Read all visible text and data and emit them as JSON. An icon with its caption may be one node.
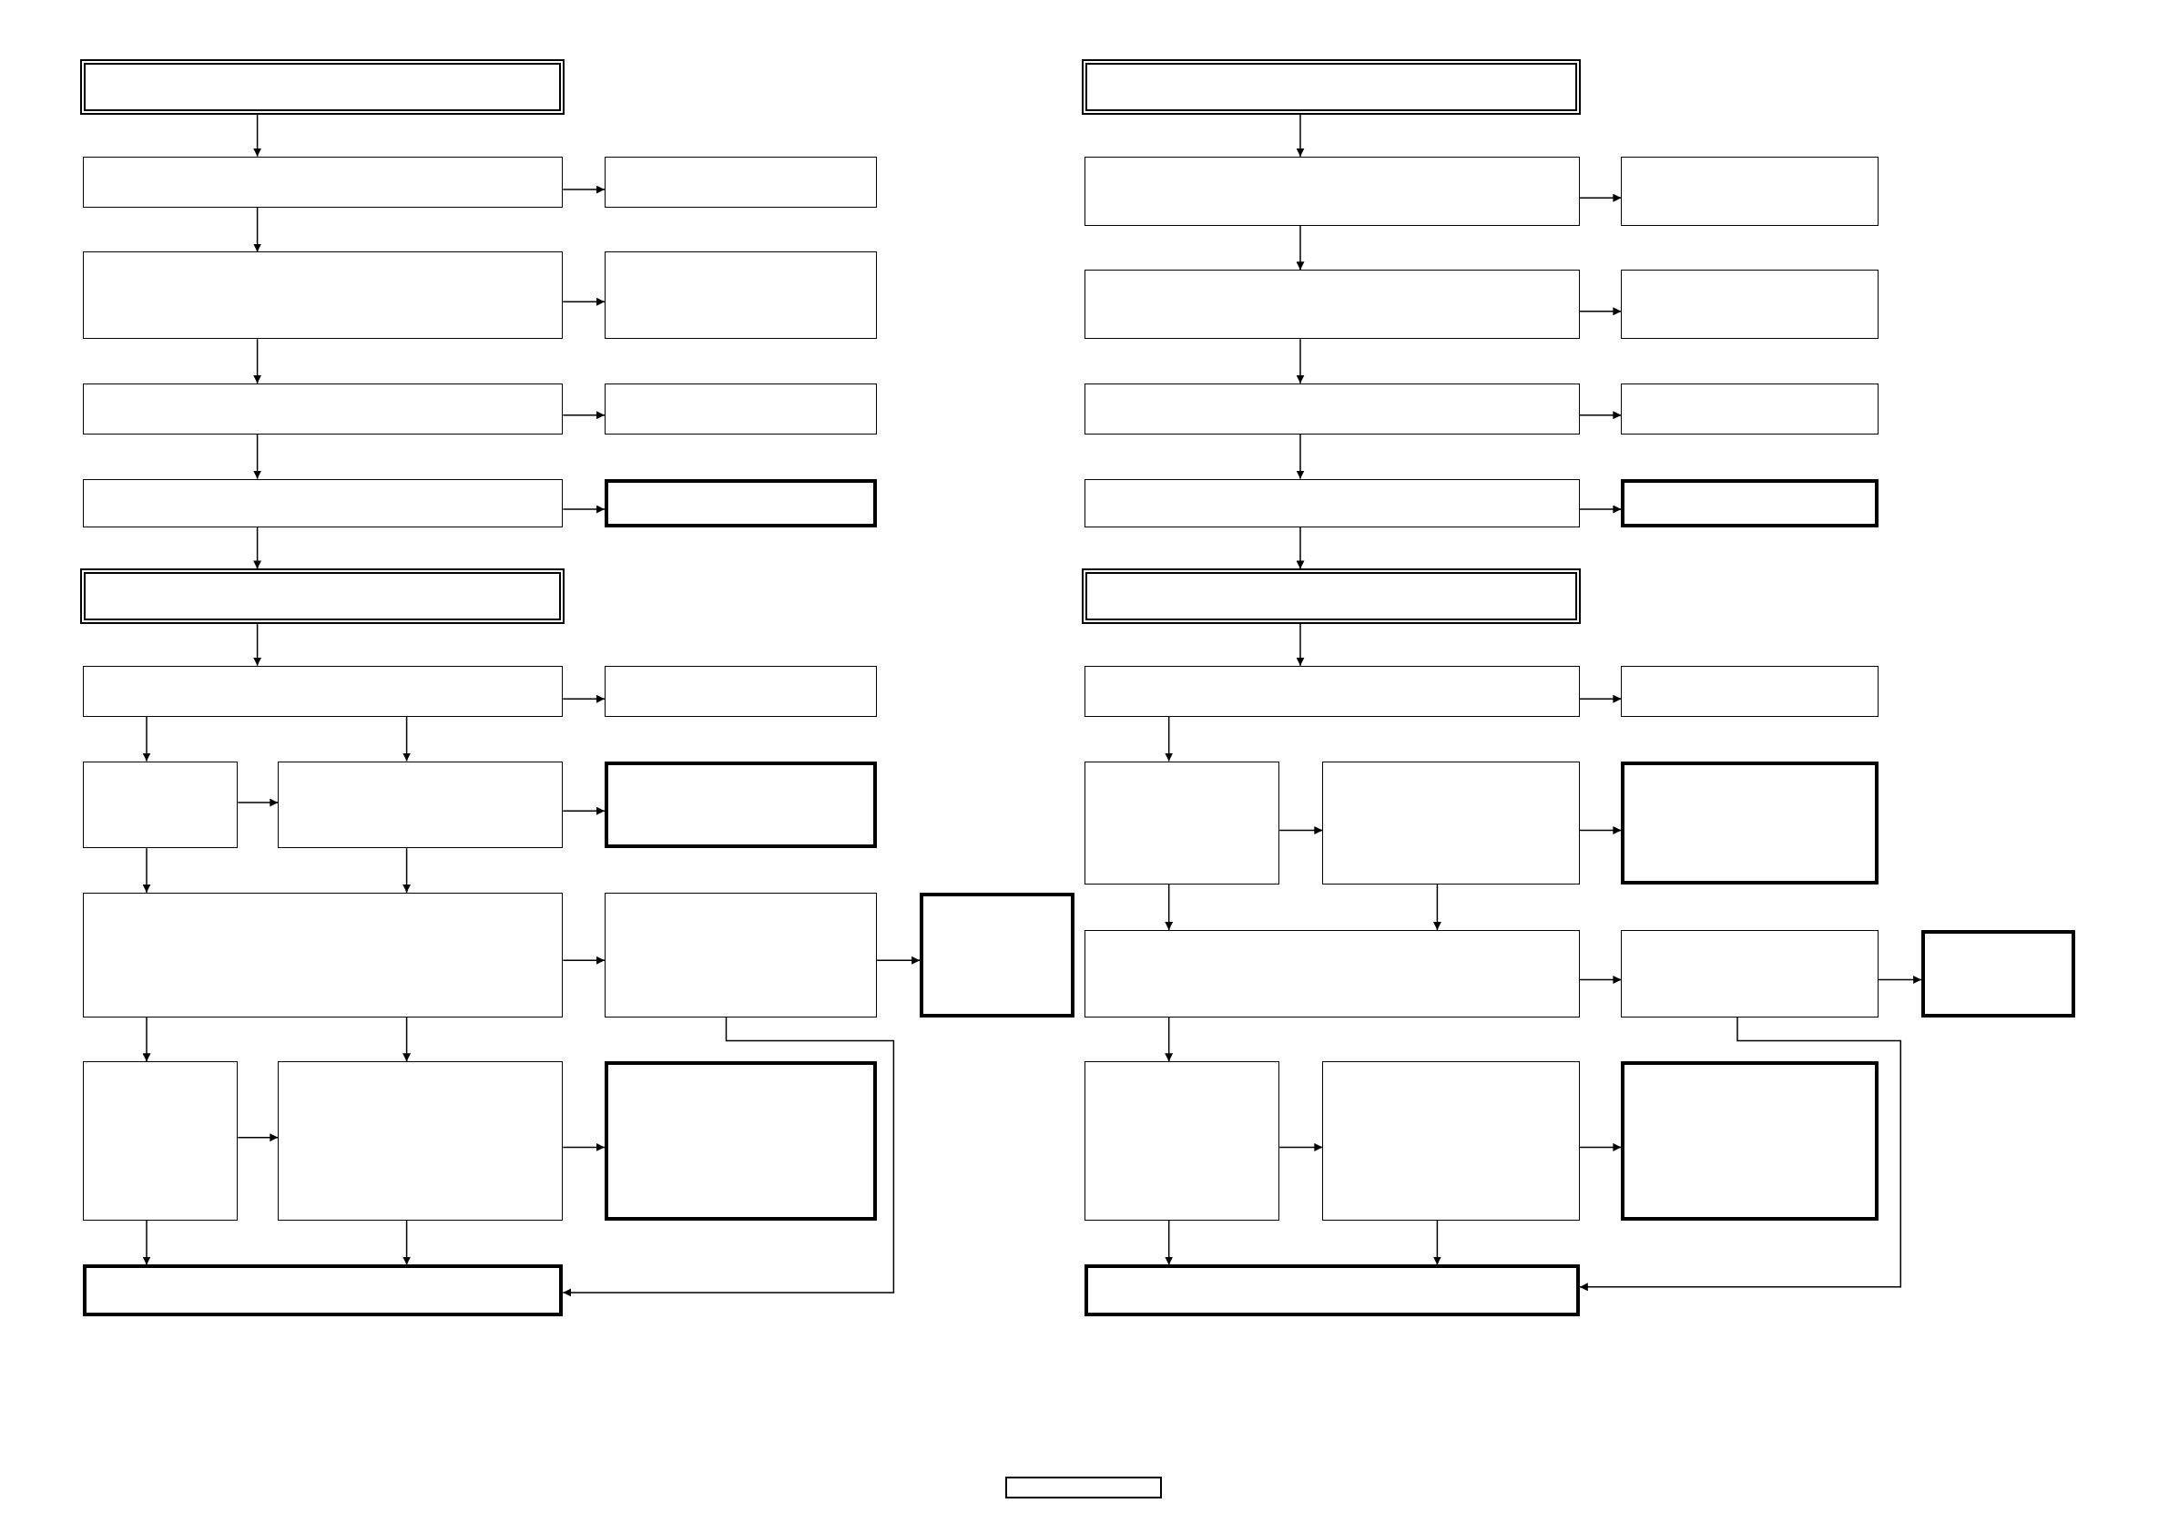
{
  "diagram": {
    "nodes": [
      {
        "text": [],
        "shape": "box"
      },
      {
        "text": [],
        "shape": "box"
      },
      {
        "text": [],
        "shape": "box"
      },
      {
        "text": [],
        "shape": "box"
      },
      {
        "text": [],
        "shape": "box"
      },
      {
        "text": [],
        "shape": "box"
      },
      {
        "text": [],
        "shape": "box"
      },
      {
        "text": [],
        "shape": "box"
      },
      {
        "text": [],
        "shape": "box"
      },
      {
        "text": [],
        "shape": "box"
      },
      {
        "text": [],
        "shape": "box"
      },
      {
        "text": [],
        "shape": "box"
      },
      {
        "text": [],
        "shape": "box"
      },
      {
        "text": [],
        "shape": "box"
      },
      {
        "text": [],
        "shape": "box"
      },
      {
        "text": [],
        "shape": "box"
      },
      {
        "text": [],
        "shape": "box"
      },
      {
        "text": [],
        "shape": "box"
      },
      {
        "text": [],
        "shape": "box"
      },
      {
        "text": [],
        "shape": "box"
      },
      {
        "text": [],
        "shape": "box"
      },
      {
        "text": [],
        "shape": "box"
      },
      {
        "text": [],
        "shape": "box"
      },
      {
        "text": [],
        "shape": "box"
      },
      {
        "text": [],
        "shape": "box"
      },
      {
        "text": [],
        "shape": "box"
      },
      {
        "text": [],
        "shape": "box"
      },
      {
        "text": [],
        "shape": "box"
      },
      {
        "text": [],
        "shape": "box"
      },
      {
        "text": [],
        "shape": "box"
      },
      {
        "text": [],
        "shape": "box"
      },
      {
        "text": [],
        "shape": "box"
      },
      {
        "text": [],
        "shape": "box"
      },
      {
        "text": [],
        "shape": "box"
      },
      {
        "text": [],
        "shape": "box"
      },
      {
        "text": [],
        "shape": "box"
      },
      {
        "text": [],
        "shape": "box"
      },
      {
        "text": [],
        "shape": "box"
      },
      {
        "text": [],
        "shape": "box"
      },
      {
        "text": [],
        "shape": "box"
      },
      {
        "text": [],
        "shape": "box"
      },
      {
        "text": [],
        "shape": "box"
      },
      {
        "text": [],
        "shape": "box"
      },
      {
        "text": [],
        "shape": "box"
      },
      {
        "text": [],
        "shape": "box"
      }
    ],
    "edges": [
      {
        "from": 0,
        "to": 1,
        "arrow": "to"
      },
      {
        "from": 1,
        "to": 2,
        "arrow": "to"
      },
      {
        "from": 1,
        "to": 3,
        "arrow": "to"
      },
      {
        "from": 3,
        "to": 4,
        "arrow": "to"
      },
      {
        "from": 3,
        "to": 5,
        "arrow": "to"
      },
      {
        "from": 5,
        "to": 6,
        "arrow": "to"
      },
      {
        "from": 5,
        "to": 7,
        "arrow": "to"
      },
      {
        "from": 7,
        "to": 8,
        "arrow": "to"
      },
      {
        "from": 7,
        "to": 9,
        "arrow": "to"
      },
      {
        "from": 9,
        "to": 10,
        "arrow": "to"
      },
      {
        "from": 10,
        "to": 11,
        "arrow": "to"
      },
      {
        "from": 10,
        "to": 12,
        "arrow": "to"
      },
      {
        "from": 10,
        "to": 13,
        "arrow": "to"
      },
      {
        "from": 12,
        "to": 13,
        "arrow": "to"
      },
      {
        "from": 13,
        "to": 14,
        "arrow": "to"
      },
      {
        "from": 12,
        "to": 15,
        "arrow": "to"
      },
      {
        "from": 13,
        "to": 15,
        "arrow": "to"
      },
      {
        "from": 15,
        "to": 16,
        "arrow": "to"
      },
      {
        "from": 16,
        "to": 17,
        "arrow": "to"
      },
      {
        "from": 15,
        "to": 18,
        "arrow": "to"
      },
      {
        "from": 15,
        "to": 19,
        "arrow": "to"
      },
      {
        "from": 18,
        "to": 19,
        "arrow": "to"
      },
      {
        "from": 19,
        "to": 20,
        "arrow": "to"
      },
      {
        "from": 18,
        "to": 21,
        "arrow": "to"
      },
      {
        "from": 19,
        "to": 21,
        "arrow": "to"
      },
      {
        "from": 16,
        "to": 21,
        "arrow": "to"
      },
      {
        "from": 22,
        "to": 23,
        "arrow": "to"
      },
      {
        "from": 23,
        "to": 24,
        "arrow": "to"
      },
      {
        "from": 23,
        "to": 25,
        "arrow": "to"
      },
      {
        "from": 25,
        "to": 26,
        "arrow": "to"
      },
      {
        "from": 25,
        "to": 27,
        "arrow": "to"
      },
      {
        "from": 27,
        "to": 28,
        "arrow": "to"
      },
      {
        "from": 27,
        "to": 29,
        "arrow": "to"
      },
      {
        "from": 29,
        "to": 30,
        "arrow": "to"
      },
      {
        "from": 29,
        "to": 31,
        "arrow": "to"
      },
      {
        "from": 31,
        "to": 32,
        "arrow": "to"
      },
      {
        "from": 32,
        "to": 33,
        "arrow": "to"
      },
      {
        "from": 32,
        "to": 34,
        "arrow": "to"
      },
      {
        "from": 34,
        "to": 35,
        "arrow": "to"
      },
      {
        "from": 35,
        "to": 36,
        "arrow": "to"
      },
      {
        "from": 34,
        "to": 37,
        "arrow": "to"
      },
      {
        "from": 35,
        "to": 37,
        "arrow": "to"
      },
      {
        "from": 37,
        "to": 38,
        "arrow": "to"
      },
      {
        "from": 38,
        "to": 39,
        "arrow": "to"
      },
      {
        "from": 37,
        "to": 40,
        "arrow": "to"
      },
      {
        "from": 40,
        "to": 41,
        "arrow": "to"
      },
      {
        "from": 41,
        "to": 42,
        "arrow": "to"
      },
      {
        "from": 40,
        "to": 43,
        "arrow": "to"
      },
      {
        "from": 41,
        "to": 43,
        "arrow": "to"
      },
      {
        "from": 38,
        "to": 43,
        "arrow": "to"
      }
    ]
  }
}
